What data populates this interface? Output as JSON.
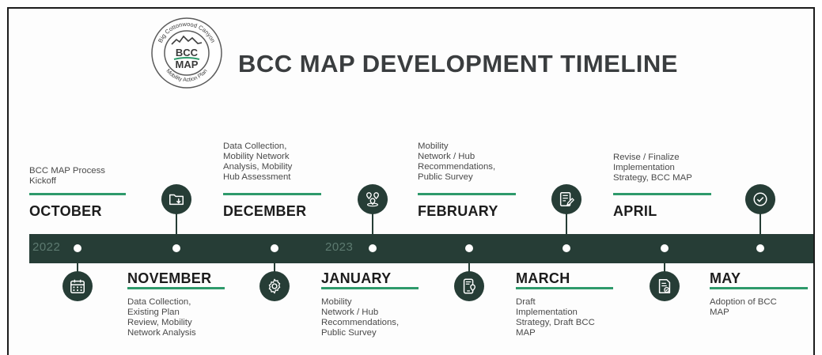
{
  "logo": {
    "ring_top": "Big Cottonwood Canyon",
    "ring_bottom": "Mobility Action Plan",
    "line1": "BCC",
    "line2": "MAP"
  },
  "title": "BCC MAP DEVELOPMENT TIMELINE",
  "years": [
    "2022",
    "2023"
  ],
  "colors": {
    "dark": "#263d36",
    "accent": "#2e9a6b",
    "text": "#4a4a4a",
    "title": "#3a3d3f"
  },
  "milestones": [
    {
      "month": "OCTOBER",
      "icon": "calendar-icon",
      "lines": [
        "BCC MAP Process",
        "Kickoff"
      ]
    },
    {
      "month": "NOVEMBER",
      "icon": "folder-download-icon",
      "lines": [
        "Data Collection,",
        "Existing Plan",
        "Review, Mobility",
        "Network Analysis"
      ]
    },
    {
      "month": "DECEMBER",
      "icon": "gear-icon",
      "lines": [
        "Data Collection,",
        "Mobility Network",
        "Analysis, Mobility",
        "Hub Assessment"
      ]
    },
    {
      "month": "JANUARY",
      "icon": "map-pins-icon",
      "lines": [
        "Mobility",
        "Network / Hub",
        "Recommendations,",
        "Public Survey"
      ]
    },
    {
      "month": "FEBRUARY",
      "icon": "mobile-map-icon",
      "lines": [
        "Mobility",
        "Network / Hub",
        "Recommendations,",
        "Public Survey"
      ]
    },
    {
      "month": "MARCH",
      "icon": "edit-document-icon",
      "lines": [
        "Draft",
        "Implementation",
        "Strategy, Draft BCC",
        "MAP"
      ]
    },
    {
      "month": "APRIL",
      "icon": "checked-document-icon",
      "lines": [
        "Revise / Finalize",
        "Implementation",
        "Strategy, BCC MAP"
      ]
    },
    {
      "month": "MAY",
      "icon": "check-circle-icon",
      "lines": [
        "Adoption of BCC",
        "MAP"
      ]
    }
  ]
}
